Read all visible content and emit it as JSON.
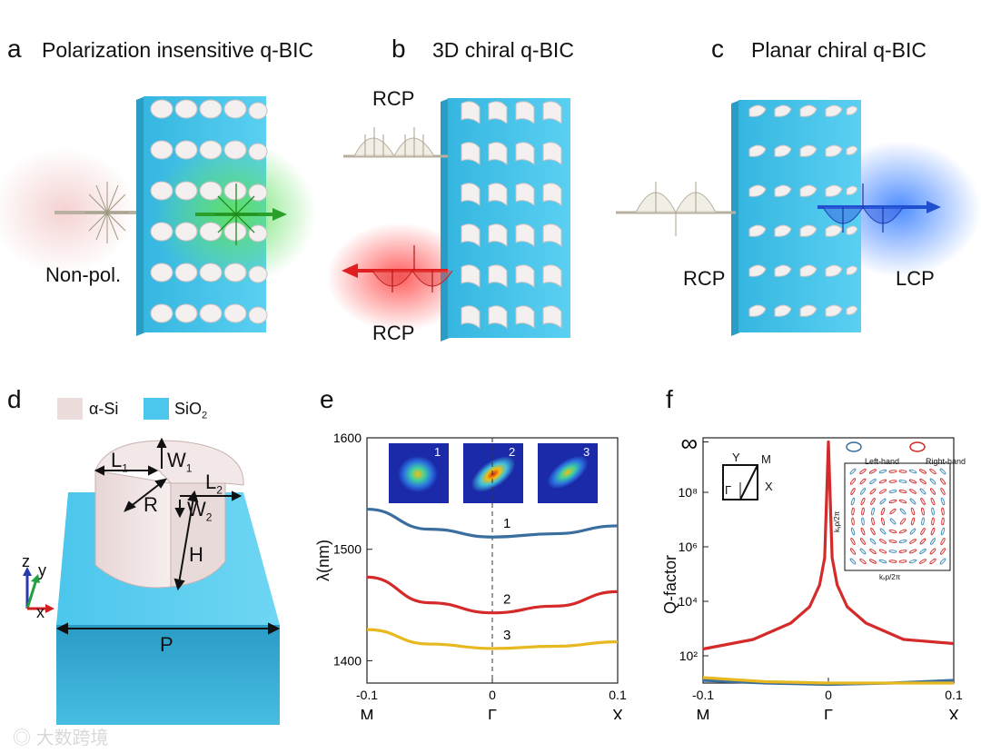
{
  "panels": {
    "a": {
      "letter": "a",
      "title": "Polarization insensitive q-BIC",
      "input_label": "Non-pol."
    },
    "b": {
      "letter": "b",
      "title": "3D chiral q-BIC",
      "top_label": "RCP",
      "bottom_label": "RCP"
    },
    "c": {
      "letter": "c",
      "title": "Planar chiral  q-BIC",
      "input_label": "RCP",
      "output_label": "LCP"
    },
    "d": {
      "letter": "d",
      "legend": [
        {
          "label": "α-Si",
          "color": "#ecdcdc"
        },
        {
          "label": "SiO",
          "sub": "2",
          "color": "#4cc6ec"
        }
      ],
      "dims": {
        "L1": "L",
        "L1_sub": "1",
        "W1": "W",
        "W1_sub": "1",
        "L2": "L",
        "L2_sub": "2",
        "W2": "W",
        "W2_sub": "2",
        "R": "R",
        "H": "H",
        "P": "P"
      },
      "axes": {
        "z": "z",
        "y": "y",
        "x": "x"
      }
    },
    "e": {
      "letter": "e",
      "ylabel": "λ(nm)",
      "inset_labels": [
        "1",
        "2",
        "3"
      ]
    },
    "f": {
      "letter": "f",
      "ylabel": "Q-factor",
      "bz": {
        "Y": "Y",
        "M": "M",
        "G": "Γ",
        "X": "X"
      },
      "inset": {
        "left_hand": "Left-hand",
        "right_hand": "Right-hand",
        "xlabel": "kₓp/2π",
        "ylabel": "kᵧp/2π"
      }
    },
    "watermark": "大数跨境"
  },
  "chart_data": [
    {
      "type": "line",
      "title": "",
      "xlabel": "",
      "ylabel": "λ(nm)",
      "xlim": [
        -0.1,
        0.1
      ],
      "ylim": [
        1380,
        1600
      ],
      "x_ticks": [
        "-0.1",
        "0",
        "0.1"
      ],
      "x_tick_values": [
        -0.1,
        0,
        0.1
      ],
      "x_points": [
        "M",
        "Γ",
        "X"
      ],
      "y_ticks": [
        1400,
        1500,
        1600
      ],
      "series": [
        {
          "name": "1",
          "color": "#3a6e9e",
          "x": [
            -0.1,
            -0.05,
            0,
            0.05,
            0.1
          ],
          "values": [
            1536,
            1518,
            1511,
            1514,
            1521
          ]
        },
        {
          "name": "2",
          "color": "#d42a2a",
          "x": [
            -0.1,
            -0.05,
            0,
            0.05,
            0.1
          ],
          "values": [
            1475,
            1452,
            1443,
            1449,
            1462
          ]
        },
        {
          "name": "3",
          "color": "#e8b820",
          "x": [
            -0.1,
            -0.05,
            0,
            0.05,
            0.1
          ],
          "values": [
            1428,
            1415,
            1411,
            1413,
            1417
          ]
        }
      ]
    },
    {
      "type": "line",
      "title": "",
      "xlabel": "",
      "ylabel": "Q-factor",
      "xlim": [
        -0.1,
        0.1
      ],
      "y_scale": "log",
      "ylim_log10": [
        1,
        10
      ],
      "x_ticks": [
        "-0.1",
        "0",
        "0.1"
      ],
      "x_tick_values": [
        -0.1,
        0,
        0.1
      ],
      "x_points": [
        "M",
        "Γ",
        "X"
      ],
      "y_ticks": [
        "10²",
        "10⁴",
        "10⁶",
        "10⁸",
        "∞"
      ],
      "y_tick_values_log10": [
        2,
        4,
        6,
        8,
        9.85
      ],
      "series": [
        {
          "name": "",
          "color": "#d42a2a",
          "x": [
            -0.1,
            -0.06,
            -0.03,
            -0.015,
            -0.007,
            -0.003,
            0,
            0.003,
            0.007,
            0.015,
            0.03,
            0.06,
            0.1
          ],
          "log10_values": [
            2.25,
            2.6,
            3.2,
            3.8,
            4.6,
            5.6,
            9.85,
            5.6,
            4.6,
            3.8,
            3.2,
            2.6,
            2.45
          ]
        },
        {
          "name": "",
          "color": "#3a6e9e",
          "x": [
            -0.1,
            -0.05,
            0,
            0.05,
            0.1
          ],
          "log10_values": [
            1.1,
            1.0,
            0.95,
            1.0,
            1.1
          ]
        },
        {
          "name": "",
          "color": "#e8b820",
          "x": [
            -0.1,
            -0.05,
            0,
            0.05,
            0.1
          ],
          "log10_values": [
            1.2,
            1.05,
            1.0,
            1.0,
            1.0
          ]
        }
      ]
    }
  ]
}
